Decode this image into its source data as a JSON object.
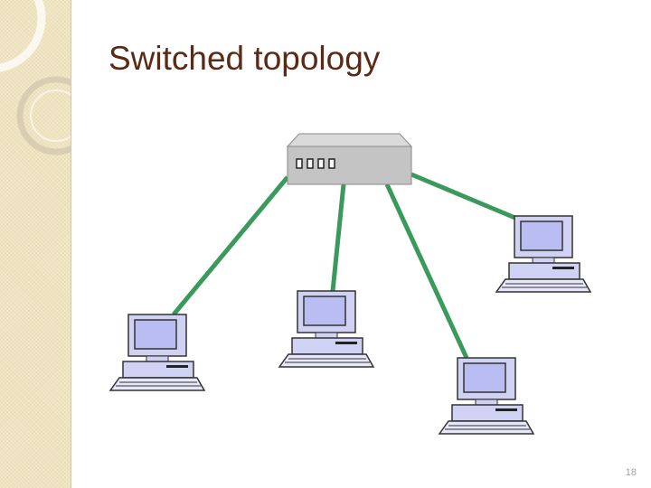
{
  "slide": {
    "title": "Switched topology",
    "page_number": "18"
  },
  "diagram": {
    "nodes": [
      {
        "id": "switch",
        "kind": "switch",
        "icon": "network-switch-icon"
      },
      {
        "id": "pc-1",
        "kind": "computer",
        "icon": "desktop-computer-icon"
      },
      {
        "id": "pc-2",
        "kind": "computer",
        "icon": "desktop-computer-icon"
      },
      {
        "id": "pc-3",
        "kind": "computer",
        "icon": "desktop-computer-icon"
      },
      {
        "id": "pc-4",
        "kind": "computer",
        "icon": "desktop-computer-icon"
      }
    ],
    "links": [
      {
        "from": "switch",
        "to": "pc-1"
      },
      {
        "from": "switch",
        "to": "pc-2"
      },
      {
        "from": "switch",
        "to": "pc-3"
      },
      {
        "from": "switch",
        "to": "pc-4"
      }
    ]
  },
  "colors": {
    "title": "#5a2a14",
    "link": "#3a9a5c",
    "switch_body": "#c4c4c4",
    "screen": "#b9bdf2",
    "sidebar": "#efe3bf"
  }
}
